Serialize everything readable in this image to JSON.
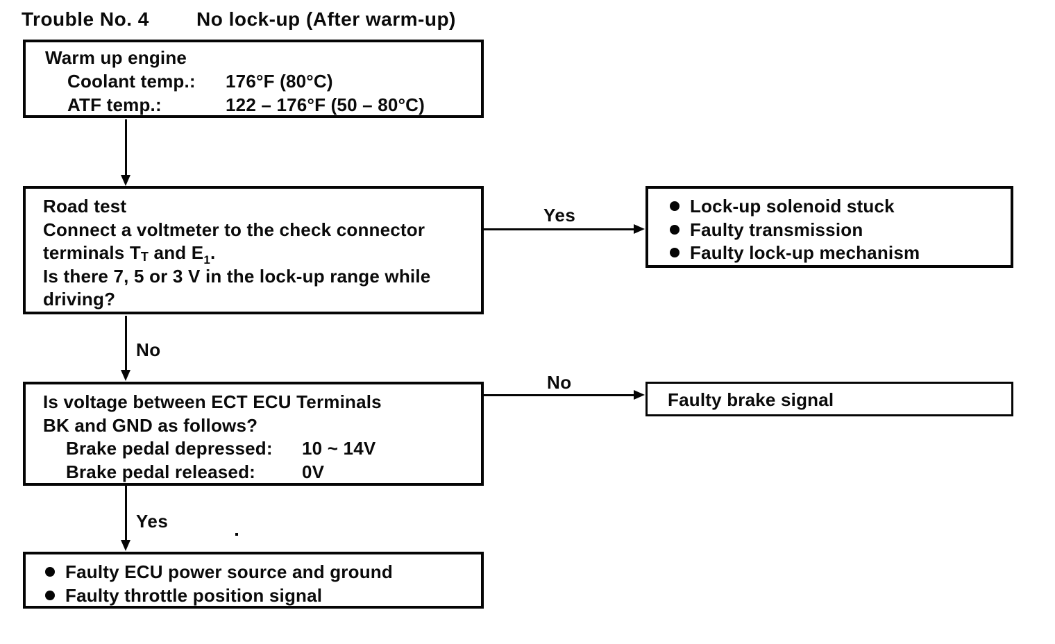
{
  "header": {
    "trouble_no": "Trouble No. 4",
    "trouble_title": "No lock-up (After warm-up)"
  },
  "warm_up_box": {
    "title": "Warm up engine",
    "rows": [
      {
        "label": "Coolant temp.:",
        "value": "176°F (80°C)"
      },
      {
        "label": "ATF temp.:",
        "value": "122 – 176°F (50 – 80°C)"
      }
    ]
  },
  "road_test_box": {
    "line1": "Road test",
    "line2": "Connect a voltmeter to the check connector",
    "line3_prefix": "terminals T",
    "line3_sub1": "T",
    "line3_middle": " and E",
    "line3_sub2": "1",
    "line3_suffix": ".",
    "line4": "Is there 7, 5 or 3 V in the lock-up range while",
    "line5": "driving?"
  },
  "lockup_result_box": {
    "items": [
      "Lock-up solenoid stuck",
      "Faulty transmission",
      "Faulty lock-up mechanism"
    ]
  },
  "ecu_voltage_box": {
    "line1": "Is voltage between ECT ECU Terminals",
    "line2": "BK and GND as follows?",
    "rows": [
      {
        "label": "Brake pedal depressed:",
        "value": "10 ~ 14V"
      },
      {
        "label": "Brake pedal released:",
        "value": "0V"
      }
    ]
  },
  "brake_result_box": {
    "text": "Faulty brake signal"
  },
  "final_result_box": {
    "items": [
      "Faulty ECU power source and ground",
      "Faulty throttle position signal"
    ]
  },
  "edges": {
    "yes_road_test": "Yes",
    "no_road_test": "No",
    "no_ecu_voltage": "No",
    "yes_ecu_voltage": "Yes"
  },
  "colors": {
    "ink": "#050505",
    "paper": "#ffffff"
  }
}
